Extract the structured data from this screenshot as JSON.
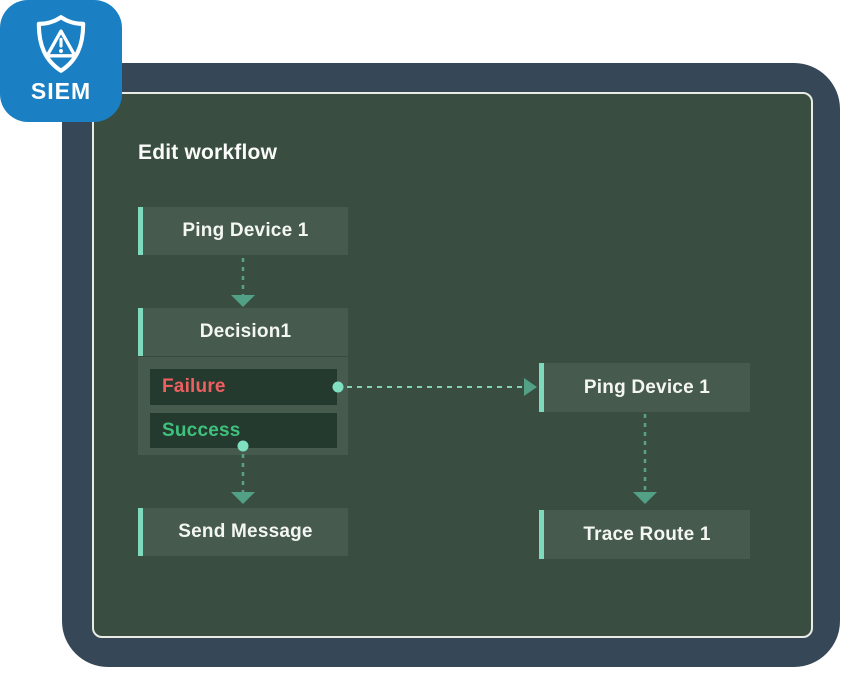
{
  "badge": {
    "label": "SIEM",
    "icon": "shield-alert-icon",
    "color": "#1a80c3"
  },
  "panel": {
    "title": "Edit workflow"
  },
  "workflow": {
    "nodes": [
      {
        "id": "ping-device-1",
        "label": "Ping Device 1"
      },
      {
        "id": "decision-1",
        "label": "Decision1",
        "branches": [
          {
            "label": "Failure",
            "status": "failure"
          },
          {
            "label": "Success",
            "status": "success"
          }
        ]
      },
      {
        "id": "send-message",
        "label": "Send Message"
      },
      {
        "id": "ping-device-1-right",
        "label": "Ping Device 1"
      },
      {
        "id": "trace-route-1",
        "label": "Trace Route 1"
      }
    ],
    "connections": [
      {
        "from": "ping-device-1",
        "to": "decision-1",
        "style": "dashed-arrow"
      },
      {
        "from": "decision-1.failure",
        "to": "ping-device-1-right",
        "style": "dashed-arrow"
      },
      {
        "from": "decision-1.success",
        "to": "send-message",
        "style": "dashed-arrow"
      },
      {
        "from": "ping-device-1-right",
        "to": "trace-route-1",
        "style": "dashed-arrow"
      }
    ]
  },
  "colors": {
    "badge_blue": "#1a80c3",
    "outer_panel": "#364858",
    "inner_panel": "#394e41",
    "inner_border": "#e9ebe4",
    "node_fill": "#465a4e",
    "node_text": "#f4f6f2",
    "accent_teal": "#7fd9bd",
    "branch_row_fill": "#243a2e",
    "failure_red": "#ee5f5f",
    "success_green": "#3fc17e",
    "connector_teal": "#56a28a",
    "connector_light": "#82d2b8",
    "arrow_teal": "#52a187",
    "dot_teal": "#7fdfc1",
    "title_text": "#fbfbfa"
  }
}
